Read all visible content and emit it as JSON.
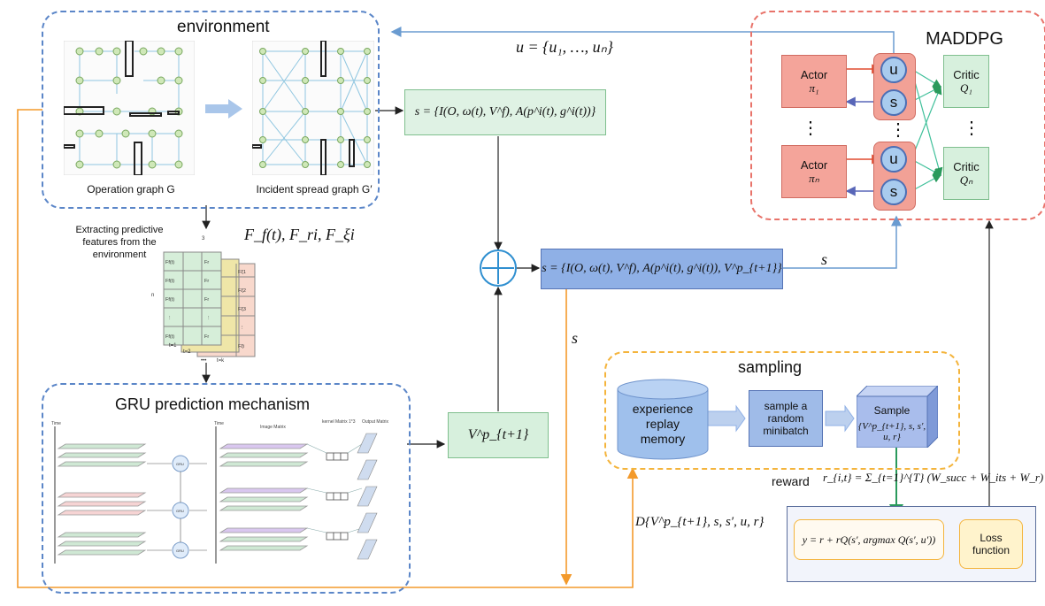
{
  "environment": {
    "title": "environment",
    "graph1_label": "Operation graph G",
    "graph2_label": "Incident spread graph G′"
  },
  "state_top": "s = {I(O, ω(t), V^f), A(p^i(t), g^i(t))}",
  "state_bottom": "s = {I(O, ω(t), V^f), A(p^i(t), g^i(t)), V^p_{t+1}}",
  "u_label": "u = {u₁, …, uₙ}",
  "features": {
    "caption": "Extracting predictive features from the environment",
    "math": "F_f(t), F_ri, F_ξi",
    "dim_top": "3",
    "dim_side": "n",
    "t1": "t=1",
    "t2": "t=2",
    "dots": "•••",
    "tk": "t=k"
  },
  "gru": {
    "title": "GRU prediction mechanism",
    "image_matrix": "Image Matrix",
    "kernel_matrix": "kernel Matrix 1*3",
    "output_matrix": "Output Matrix",
    "time": "Time",
    "gru_cell": "GRU"
  },
  "vpred": "V^p_{t+1}",
  "s_labels": {
    "right": "s",
    "down": "s"
  },
  "maddpg": {
    "title": "MADDPG",
    "actor1": "Actor",
    "actor1_sym": "π₁",
    "actorn": "Actor",
    "actorn_sym": "πₙ",
    "critic1": "Critic",
    "critic1_sym": "Q₁",
    "criticn": "Critic",
    "criticn_sym": "Qₙ",
    "u": "u",
    "s": "s",
    "vdots": "⋮"
  },
  "sampling": {
    "title": "sampling",
    "memory": "experience replay memory",
    "minibatch": "sample a random minibatch",
    "sample": "Sample",
    "sample_math": "{V^p_{t+1}, s, s′, u, r}"
  },
  "reward": {
    "label": "reward",
    "formula": "r_{i,t} = Σ_{t=1}^{T} (W_succ + W_its + W_r)"
  },
  "loss": {
    "y_formula": "y = r + rQ(s′, argmax Q(s′, u′))",
    "loss_label": "Loss function"
  },
  "dataset": "D{V^p_{t+1}, s, s′, u, r}"
}
